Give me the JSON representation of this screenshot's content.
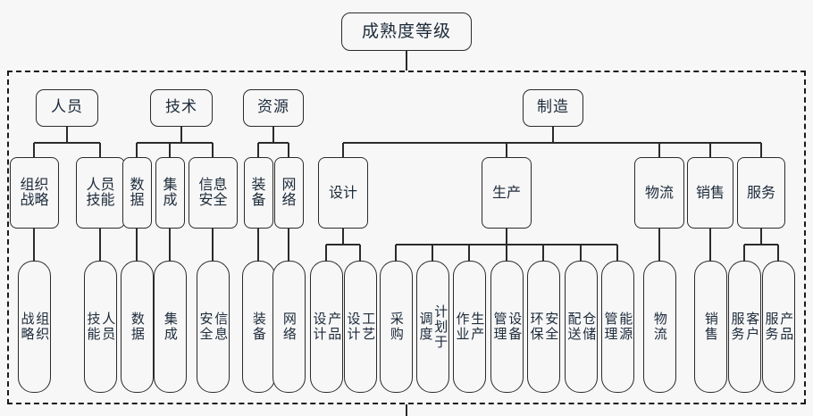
{
  "diagram": {
    "title": "成熟度等级",
    "type": "hierarchy-tree",
    "background_color": "#f7f7f7",
    "border_color": "#2b2b2b",
    "text_color": "#1c2a3a",
    "root": {
      "label": "成熟度等级"
    },
    "level2": [
      {
        "id": "renyuan",
        "label": "人员"
      },
      {
        "id": "jishu",
        "label": "技术"
      },
      {
        "id": "ziyuan",
        "label": "资源"
      },
      {
        "id": "zhizao",
        "label": "制造"
      }
    ],
    "level3": [
      {
        "id": "zuzhizhanlue",
        "label": "组织\n战略",
        "parent": "renyuan"
      },
      {
        "id": "renyuanjineng",
        "label": "人员\n技能",
        "parent": "renyuan"
      },
      {
        "id": "shuju",
        "label": "数\n据",
        "parent": "jishu"
      },
      {
        "id": "jicheng",
        "label": "集\n成",
        "parent": "jishu"
      },
      {
        "id": "xinxianquan",
        "label": "信息\n安全",
        "parent": "jishu"
      },
      {
        "id": "zhuangbei",
        "label": "装\n备",
        "parent": "ziyuan"
      },
      {
        "id": "wangluo",
        "label": "网\n络",
        "parent": "ziyuan"
      },
      {
        "id": "sheji",
        "label": "设计",
        "parent": "zhizao"
      },
      {
        "id": "shengchan",
        "label": "生产",
        "parent": "zhizao"
      },
      {
        "id": "wuliu3",
        "label": "物流",
        "parent": "zhizao"
      },
      {
        "id": "xiaoshou3",
        "label": "销售",
        "parent": "zhizao"
      },
      {
        "id": "fuwu3",
        "label": "服务",
        "parent": "zhizao"
      }
    ],
    "level4": [
      {
        "id": "l4-zuzhizhanlue",
        "label": "组织\n战略",
        "cols": 2,
        "parent": "zuzhizhanlue"
      },
      {
        "id": "l4-renyuanjineng",
        "label": "人员\n技能",
        "cols": 2,
        "parent": "renyuanjineng"
      },
      {
        "id": "l4-shuju",
        "label": "数据",
        "cols": 1,
        "parent": "shuju"
      },
      {
        "id": "l4-jicheng",
        "label": "集成",
        "cols": 1,
        "parent": "jicheng"
      },
      {
        "id": "l4-xinxianquan",
        "label": "信息\n安全",
        "cols": 2,
        "parent": "xinxianquan"
      },
      {
        "id": "l4-zhuangbei",
        "label": "装备",
        "cols": 1,
        "parent": "zhuangbei"
      },
      {
        "id": "l4-wangluo",
        "label": "网络",
        "cols": 1,
        "parent": "wangluo"
      },
      {
        "id": "l4-chanpinsheji",
        "label": "产品\n设计",
        "cols": 2,
        "parent": "sheji"
      },
      {
        "id": "l4-gongyisheji",
        "label": "工艺\n设计",
        "cols": 2,
        "parent": "sheji"
      },
      {
        "id": "l4-caigou",
        "label": "采购",
        "cols": 1,
        "parent": "shengchan"
      },
      {
        "id": "l4-jihuadiaodu",
        "label": "计划于\n调度",
        "cols": 2,
        "parent": "shengchan"
      },
      {
        "id": "l4-shengchanzuoye",
        "label": "生产\n作业",
        "cols": 2,
        "parent": "shengchan"
      },
      {
        "id": "l4-shebeiguanli",
        "label": "设备\n管理",
        "cols": 2,
        "parent": "shengchan"
      },
      {
        "id": "l4-anquanhuanbao",
        "label": "安全\n环保",
        "cols": 2,
        "parent": "shengchan"
      },
      {
        "id": "l4-cangchupeisong",
        "label": "仓储\n配送",
        "cols": 2,
        "parent": "shengchan"
      },
      {
        "id": "l4-nengyuanguanli",
        "label": "能源\n管理",
        "cols": 2,
        "parent": "shengchan"
      },
      {
        "id": "l4-wuliu",
        "label": "物流",
        "cols": 1,
        "parent": "wuliu3"
      },
      {
        "id": "l4-xiaoshou",
        "label": "销售",
        "cols": 1,
        "parent": "xiaoshou3"
      },
      {
        "id": "l4-kehufuwu",
        "label": "客户\n服务",
        "cols": 2,
        "parent": "fuwu3"
      },
      {
        "id": "l4-chanpinfuwu",
        "label": "产品\n服务",
        "cols": 2,
        "parent": "fuwu3"
      }
    ]
  }
}
